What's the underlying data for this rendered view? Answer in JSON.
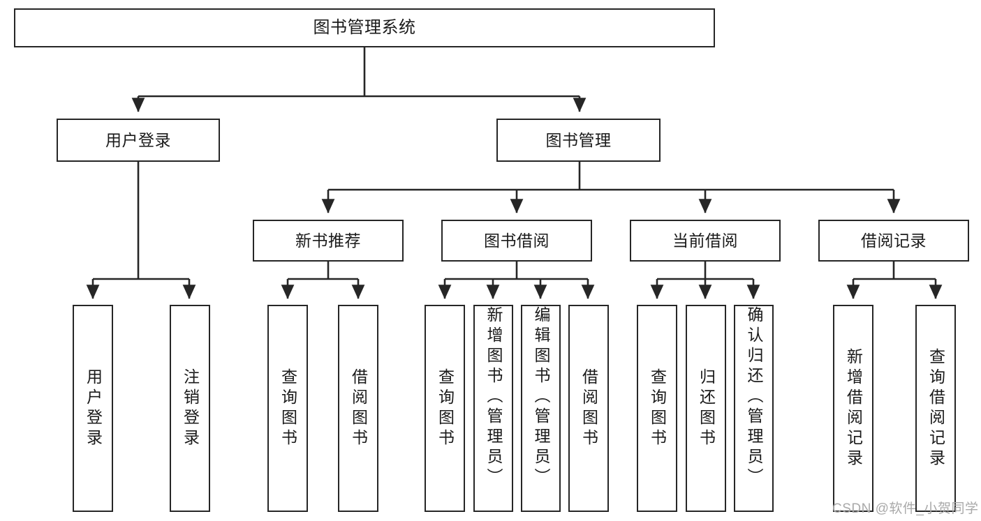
{
  "diagram": {
    "title": "图书管理系统",
    "type": "tree-hierarchy-diagram",
    "colors": {
      "stroke": "#262626",
      "fill": "#ffffff",
      "text": "#1a1a1a",
      "watermark": "#a9a9a9"
    },
    "root": {
      "label": "图书管理系统"
    },
    "level2": [
      {
        "label": "用户登录"
      },
      {
        "label": "图书管理"
      }
    ],
    "level3": [
      {
        "label": "新书推荐"
      },
      {
        "label": "图书借阅"
      },
      {
        "label": "当前借阅"
      },
      {
        "label": "借阅记录"
      }
    ],
    "leaves": {
      "user_login": [
        {
          "label": "用户登录"
        },
        {
          "label": "注销登录"
        }
      ],
      "new_book": [
        {
          "label": "查询图书"
        },
        {
          "label": "借阅图书"
        }
      ],
      "book_borrow": [
        {
          "label": "查询图书"
        },
        {
          "label": "新增图书（管理员）"
        },
        {
          "label": "编辑图书（管理员）"
        },
        {
          "label": "借阅图书"
        }
      ],
      "current_borrow": [
        {
          "label": "查询图书"
        },
        {
          "label": "归还图书"
        },
        {
          "label": "确认归还（管理员）"
        }
      ],
      "borrow_record": [
        {
          "label": "新增借阅记录"
        },
        {
          "label": "查询借阅记录"
        }
      ]
    }
  },
  "watermark": {
    "text": "CSDN @软件_小贺同学"
  }
}
